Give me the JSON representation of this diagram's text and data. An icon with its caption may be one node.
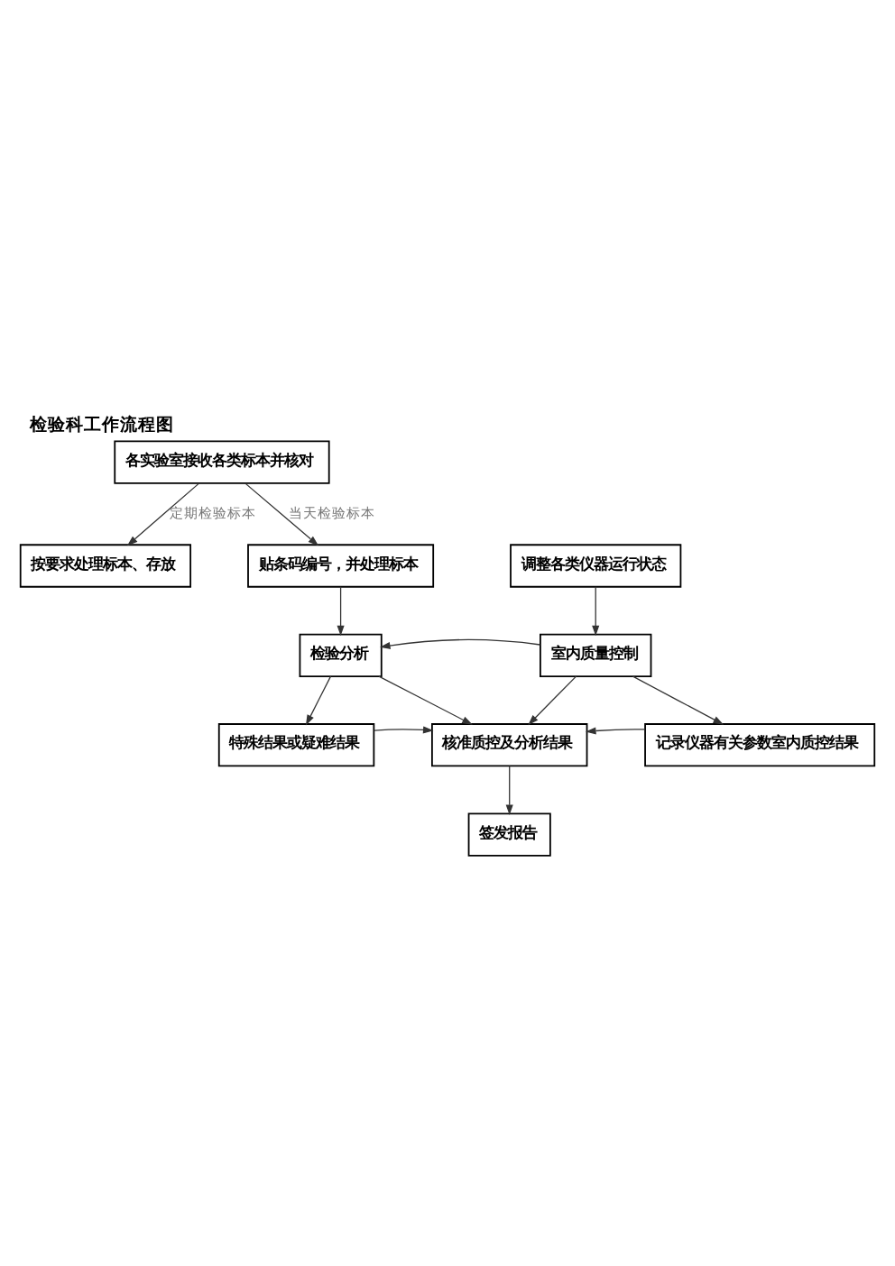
{
  "diagram": {
    "title": "检验科工作流程图",
    "nodes": [
      {
        "text": [
          "各实验室接收各类标本并核对"
        ]
      },
      {
        "text": [
          "按要求处理标本、存放"
        ]
      },
      {
        "text": [
          "贴条码编号，并处理标本"
        ]
      },
      {
        "text": [
          "调整各类仪器运行状态"
        ]
      },
      {
        "text": [
          "检验分析"
        ]
      },
      {
        "text": [
          "室内质量控制"
        ]
      },
      {
        "text": [
          "特殊结果或疑难结果"
        ]
      },
      {
        "text": [
          "核准质控及分析结果"
        ]
      },
      {
        "text": [
          "记录仪器有关参数室内质控结果"
        ]
      },
      {
        "text": [
          "签发报告"
        ]
      }
    ],
    "edges": [
      {
        "from": 0,
        "to": 1,
        "arrow": "to",
        "label": "定期检验标本"
      },
      {
        "from": 0,
        "to": 2,
        "arrow": "to",
        "label": "当天检验标本"
      },
      {
        "from": 2,
        "to": 4,
        "arrow": "to"
      },
      {
        "from": 3,
        "to": 5,
        "arrow": "to"
      },
      {
        "from": 5,
        "to": 4,
        "arrow": "to"
      },
      {
        "from": 4,
        "to": 6,
        "arrow": "to"
      },
      {
        "from": 4,
        "to": 7,
        "arrow": "to"
      },
      {
        "from": 5,
        "to": 7,
        "arrow": "to"
      },
      {
        "from": 5,
        "to": 8,
        "arrow": "to"
      },
      {
        "from": 6,
        "to": 7,
        "arrow": "to"
      },
      {
        "from": 8,
        "to": 7,
        "arrow": "to"
      },
      {
        "from": 7,
        "to": 9,
        "arrow": "to"
      }
    ]
  }
}
